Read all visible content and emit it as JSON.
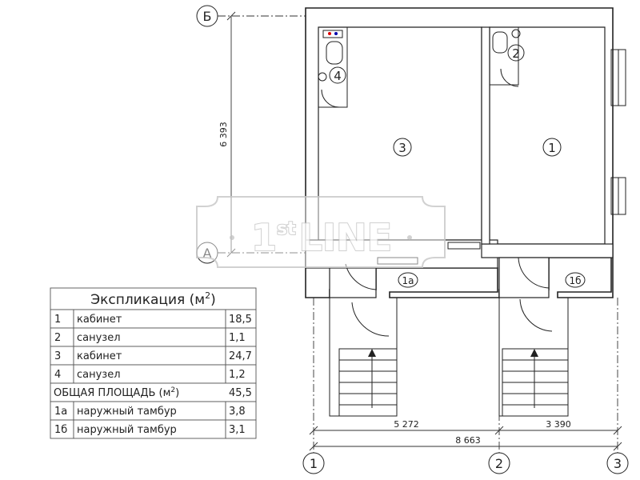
{
  "axes": {
    "letters": [
      "Б",
      "А"
    ],
    "numbers": [
      "1",
      "2",
      "3"
    ]
  },
  "dimensions": {
    "vertical": "6 393",
    "segment_1_2": "5 272",
    "segment_2_3": "3 390",
    "overall": "8 663"
  },
  "room_tags": {
    "r1": "1",
    "r2": "2",
    "r3": "3",
    "r4": "4",
    "r1a": "1а",
    "r1b": "1б"
  },
  "watermark": {
    "prefix": "1",
    "sup": "st",
    "word": "LINE"
  },
  "explication": {
    "title": "Экспликация (м",
    "title_sup": "2",
    "title_close": ")",
    "rows": [
      {
        "num": "1",
        "name": "кабинет",
        "area": "18,5"
      },
      {
        "num": "2",
        "name": "санузел",
        "area": "1,1"
      },
      {
        "num": "3",
        "name": "кабинет",
        "area": "24,7"
      },
      {
        "num": "4",
        "name": "санузел",
        "area": "1,2"
      },
      {
        "total": true,
        "name": "ОБЩАЯ ПЛОЩАДЬ (м",
        "name_sup": "2",
        "name_close": ")",
        "area": "45,5"
      },
      {
        "num": "1а",
        "name": "наружный тамбур",
        "area": "3,8"
      },
      {
        "num": "1б",
        "name": "наружный тамбур",
        "area": "3,1"
      }
    ]
  }
}
